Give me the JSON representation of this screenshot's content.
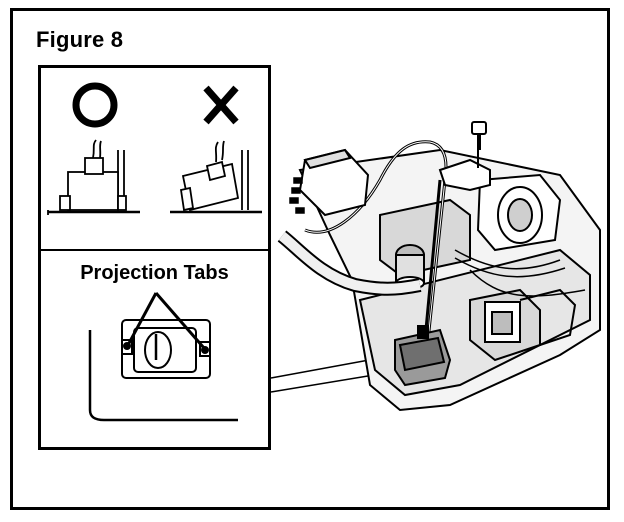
{
  "figure": {
    "title": "Figure 8"
  },
  "inset": {
    "correct_symbol": "correct-mark-circle",
    "incorrect_symbol": "incorrect-mark-x",
    "tabs_label": "Projection Tabs"
  },
  "colors": {
    "ink": "#000000",
    "paper": "#ffffff",
    "shade": "#d8d8d8"
  }
}
